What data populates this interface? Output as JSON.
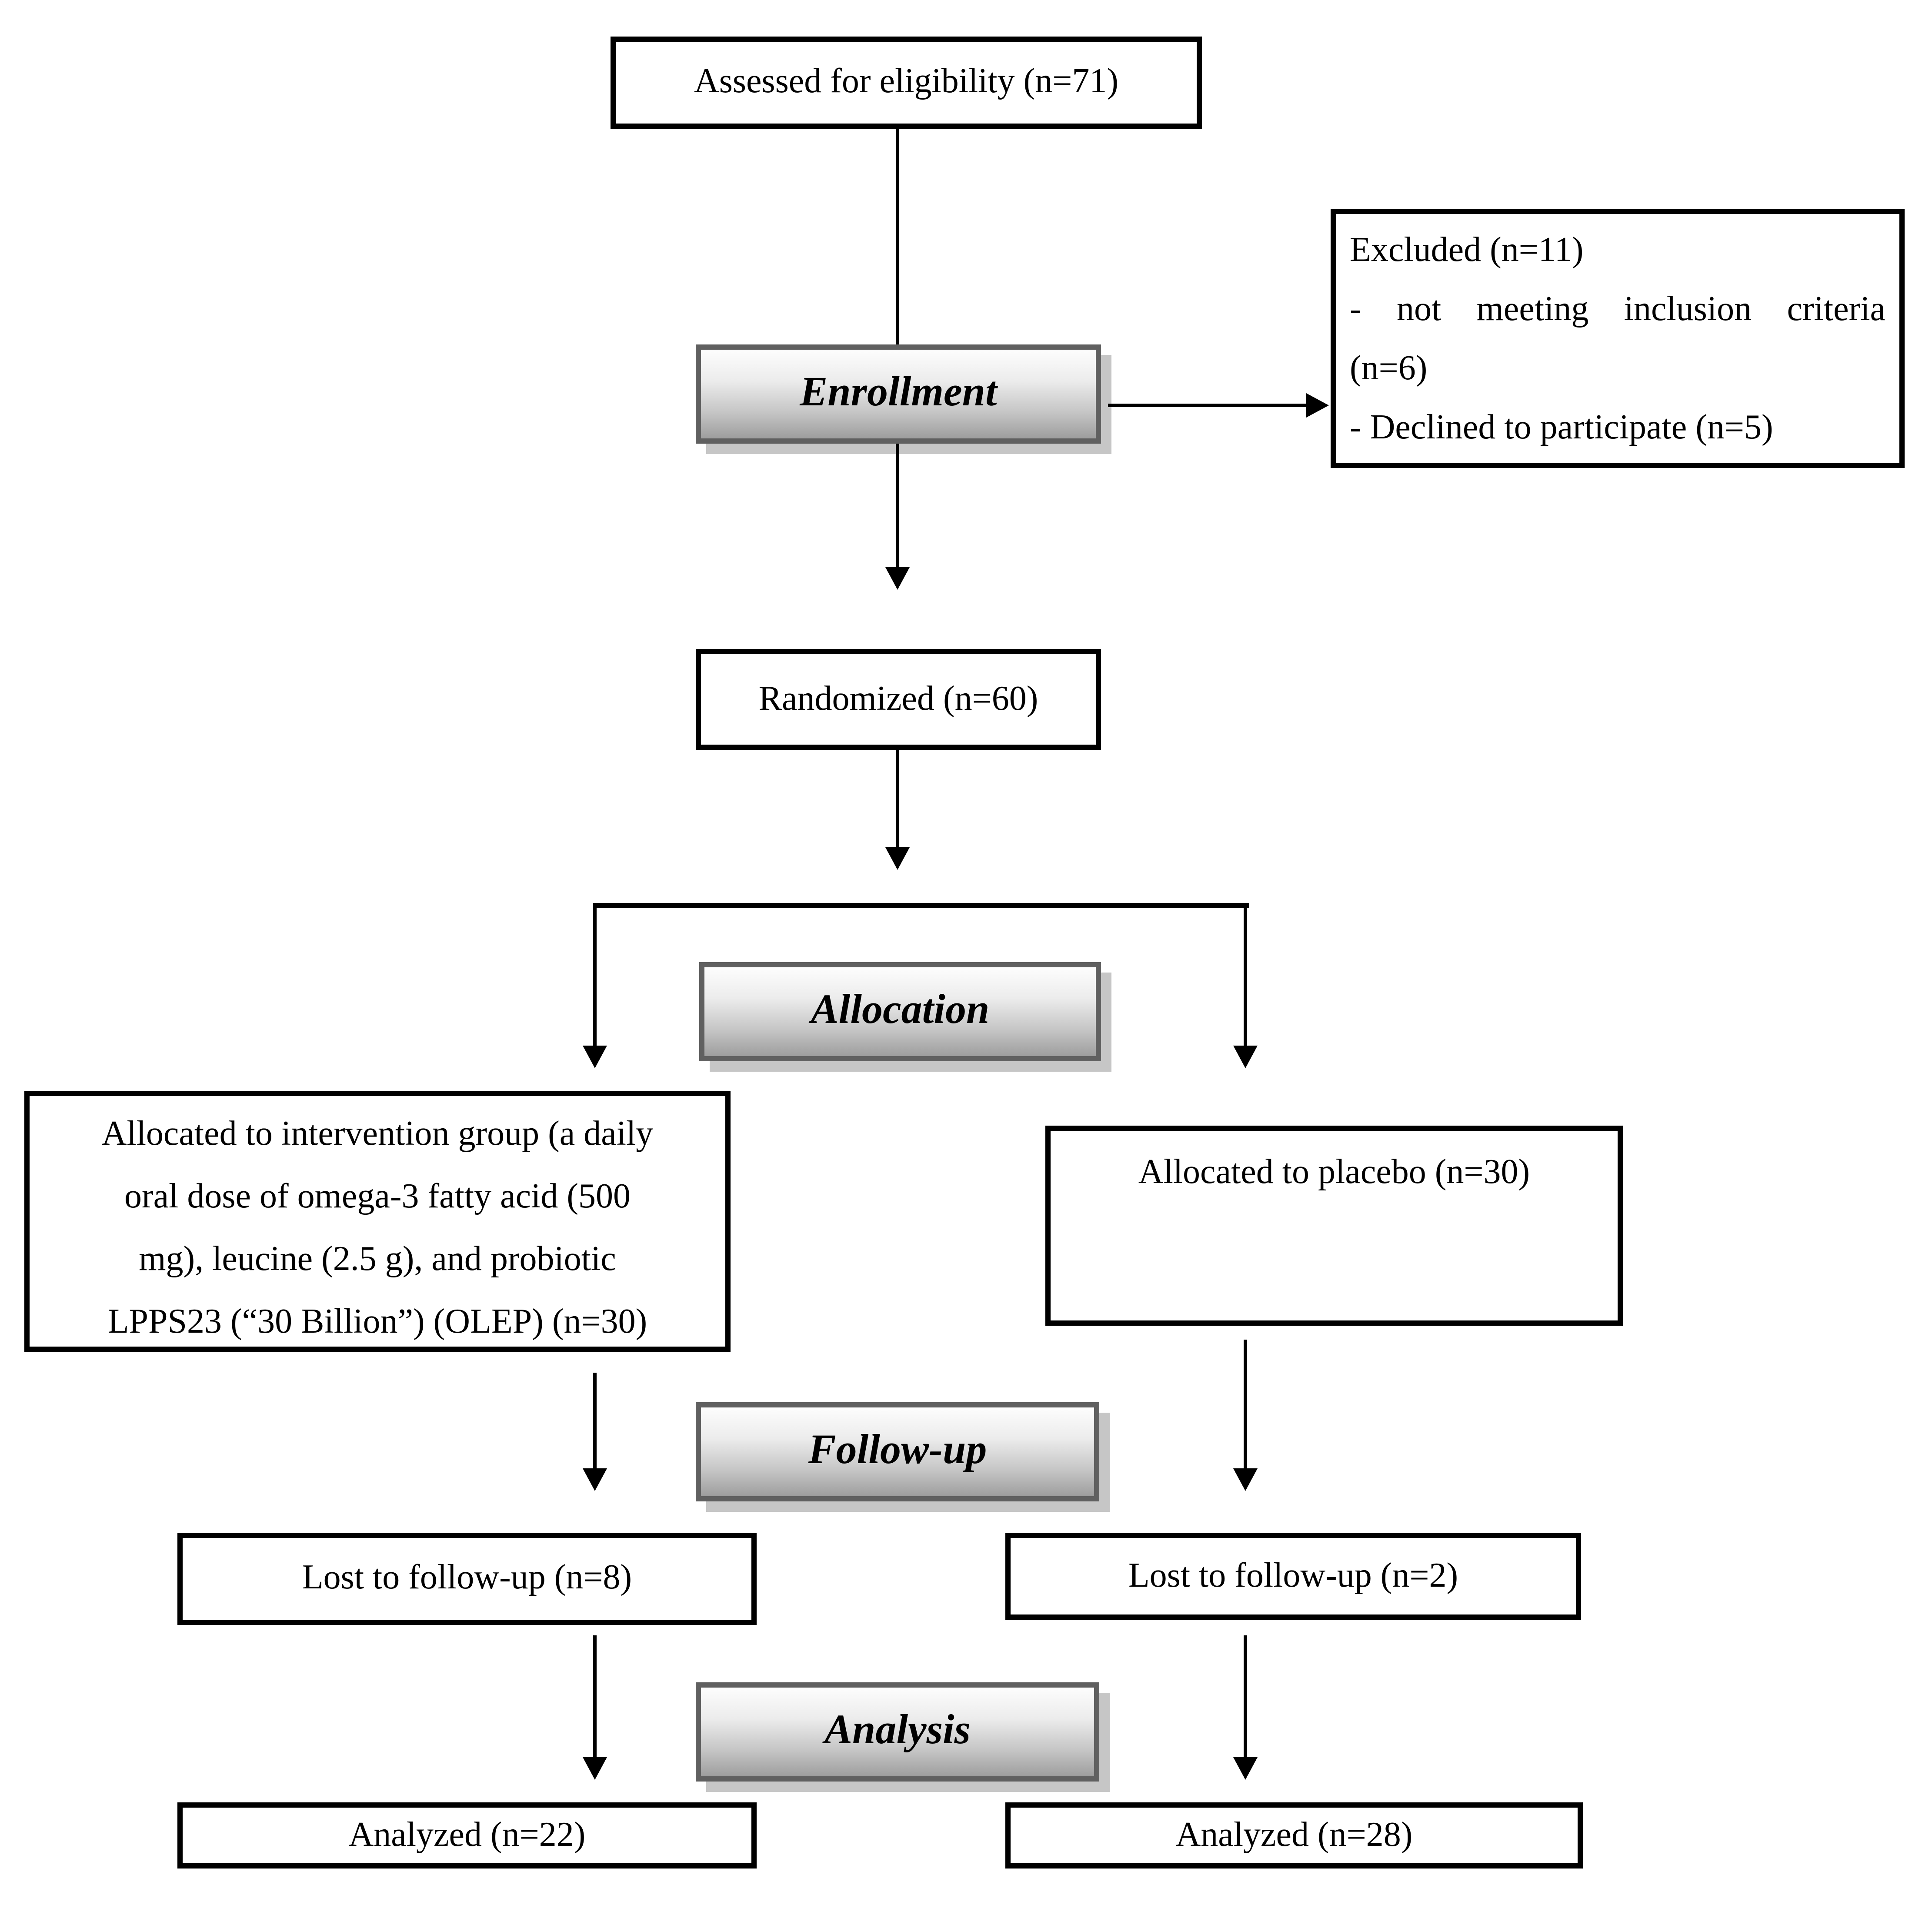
{
  "colors": {
    "background": "#ffffff",
    "text": "#000000",
    "connector": "#000000",
    "plain_box_border": "#000000",
    "stage_box_border": "#606060",
    "stage_gradient_top": "#fdfdfd",
    "stage_gradient_bottom": "#9e9e9e",
    "stage_shadow": "#c6c6c6"
  },
  "flow": {
    "assessed": {
      "label": "Assessed for eligibility (n=71)"
    },
    "excluded": {
      "lines": [
        "Excluded (n=11)",
        "- not meeting inclusion criteria",
        "(n=6)",
        "- Declined to participate (n=5)"
      ]
    },
    "randomized": {
      "label": "Randomized (n=60)"
    },
    "stages": {
      "enrollment": "Enrollment",
      "allocation": "Allocation",
      "followup": "Follow-up",
      "analysis": "Analysis"
    },
    "intervention": {
      "lines": [
        "Allocated to intervention group (a daily",
        "oral dose of omega-3 fatty acid (500",
        "mg), leucine (2.5 g), and probiotic",
        "LPPS23 (“30 Billion”) (OLEP) (n=30)"
      ]
    },
    "placebo": {
      "label": "Allocated to placebo (n=30)"
    },
    "lost_intervention": {
      "label": "Lost to follow-up (n=8)"
    },
    "lost_placebo": {
      "label": "Lost to follow-up (n=2)"
    },
    "analyzed_intervention": {
      "label": "Analyzed (n=22)"
    },
    "analyzed_placebo": {
      "label": "Analyzed (n=28)"
    }
  }
}
